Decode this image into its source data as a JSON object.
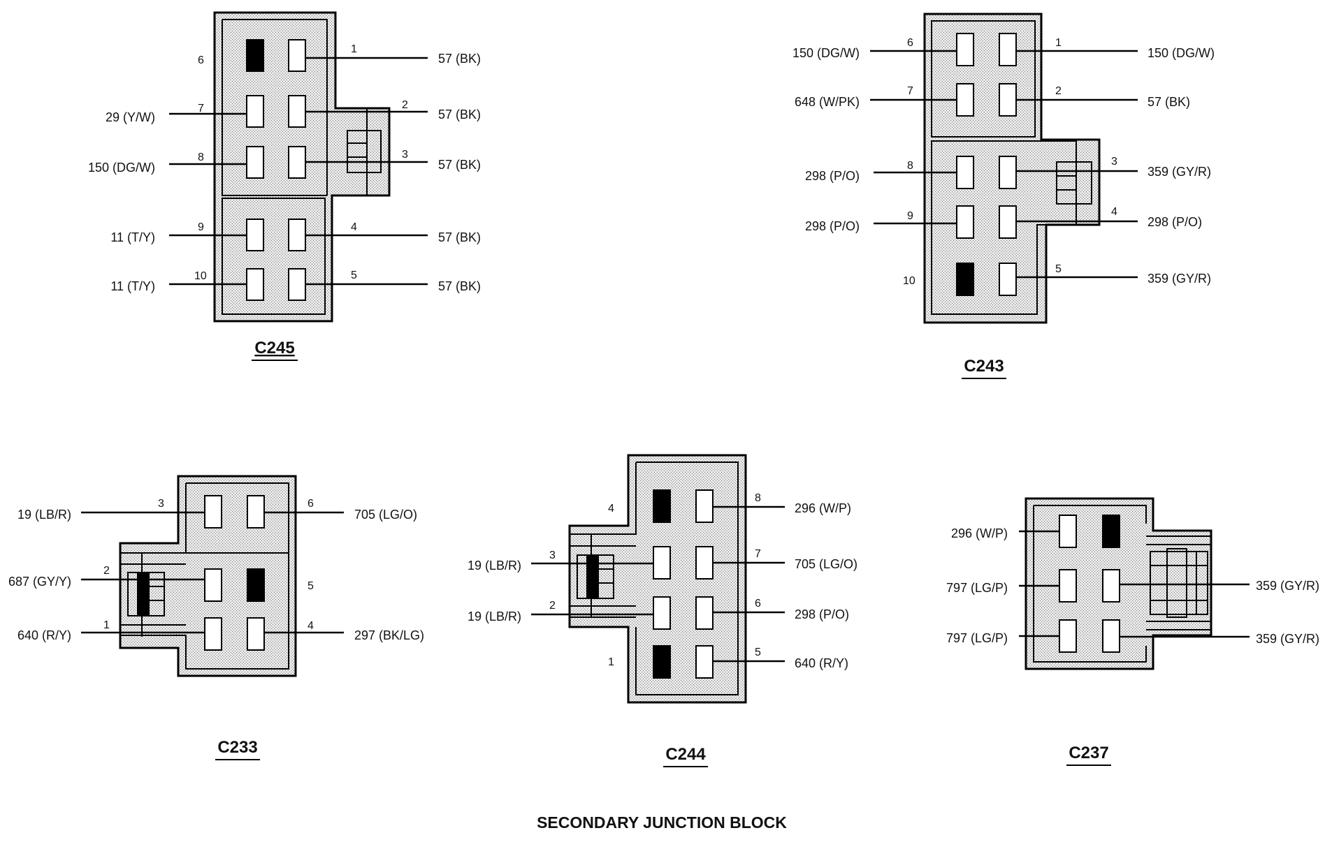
{
  "footer": "SECONDARY JUNCTION BLOCK",
  "connectors": {
    "c245": {
      "title": "C245",
      "pins": {
        "p1": "1",
        "p2": "2",
        "p3": "3",
        "p4": "4",
        "p5": "5",
        "p6": "6",
        "p7": "7",
        "p8": "8",
        "p9": "9",
        "p10": "10"
      },
      "wires": {
        "p1": "57 (BK)",
        "p2": "57 (BK)",
        "p3": "57 (BK)",
        "p4": "57 (BK)",
        "p5": "57 (BK)",
        "p7": "29 (Y/W)",
        "p8": "150 (DG/W)",
        "p9": "11 (T/Y)",
        "p10": "11 (T/Y)"
      }
    },
    "c243": {
      "title": "C243",
      "pins": {
        "p1": "1",
        "p2": "2",
        "p3": "3",
        "p4": "4",
        "p5": "5",
        "p6": "6",
        "p7": "7",
        "p8": "8",
        "p9": "9",
        "p10": "10"
      },
      "wires": {
        "p1": "150 (DG/W)",
        "p2": "57 (BK)",
        "p3": "359 (GY/R)",
        "p4": "298 (P/O)",
        "p5": "359 (GY/R)",
        "p6": "150 (DG/W)",
        "p7": "648 (W/PK)",
        "p8": "298 (P/O)",
        "p9": "298 (P/O)"
      }
    },
    "c233": {
      "title": "C233",
      "pins": {
        "p1": "1",
        "p2": "2",
        "p3": "3",
        "p4": "4",
        "p5": "5",
        "p6": "6"
      },
      "wires": {
        "p1": "640 (R/Y)",
        "p2": "687 (GY/Y)",
        "p3": "19 (LB/R)",
        "p4": "297 (BK/LG)",
        "p6": "705 (LG/O)"
      }
    },
    "c244": {
      "title": "C244",
      "pins": {
        "p1": "1",
        "p2": "2",
        "p3": "3",
        "p4": "4",
        "p5": "5",
        "p6": "6",
        "p7": "7",
        "p8": "8"
      },
      "wires": {
        "p2": "19 (LB/R)",
        "p3": "19 (LB/R)",
        "p5": "640 (R/Y)",
        "p6": "298 (P/O)",
        "p7": "705 (LG/O)",
        "p8": "296 (W/P)"
      }
    },
    "c237": {
      "title": "C237",
      "wires": {
        "l1": "296 (W/P)",
        "l2": "797 (LG/P)",
        "l3": "797 (LG/P)",
        "r2": "359 (GY/R)",
        "r3": "359 (GY/R)"
      }
    }
  }
}
